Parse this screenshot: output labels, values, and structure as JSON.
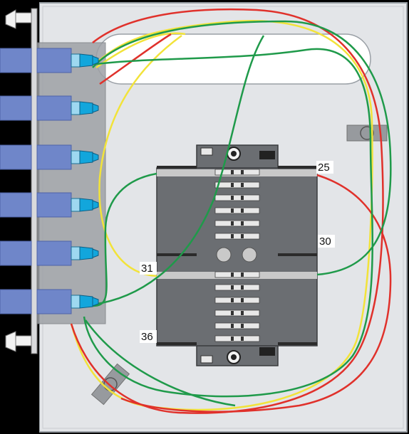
{
  "labels": {
    "splice_25": "25",
    "splice_30": "30",
    "splice_31": "31",
    "splice_36": "36"
  },
  "colors": {
    "background": "#000000",
    "enclosure_panel": "#e3e5e8",
    "enclosure_border": "#9aa0a6",
    "adapter_blue": "#6f86c9",
    "connector_cyan": "#12a6dc",
    "splice_tray": "#6b6e72",
    "splice_tray_dark": "#3b3c3e",
    "fiber_red": "#e0312b",
    "fiber_yellow": "#f2e33a",
    "fiber_green": "#1f9a4a"
  },
  "adapters": [
    {
      "id": "adapter-1"
    },
    {
      "id": "adapter-2"
    },
    {
      "id": "adapter-3"
    },
    {
      "id": "adapter-4"
    },
    {
      "id": "adapter-5"
    },
    {
      "id": "adapter-6"
    }
  ]
}
